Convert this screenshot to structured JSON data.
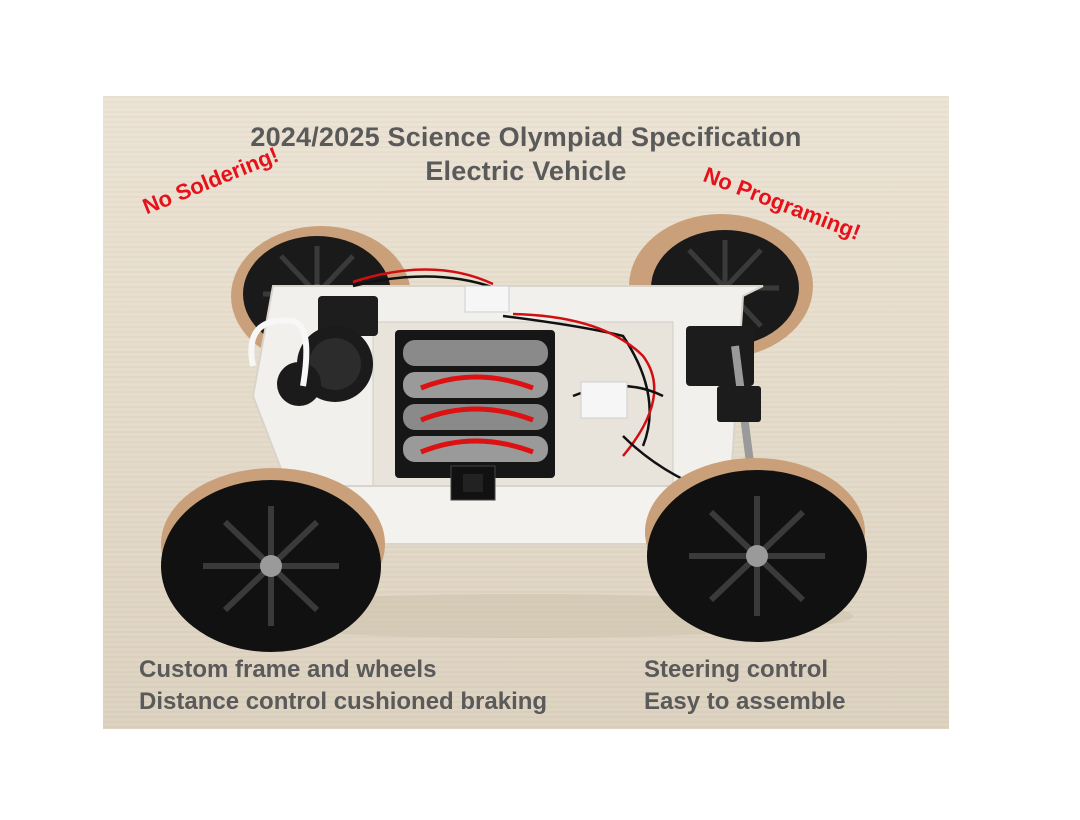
{
  "title": {
    "line1": "2024/2025 Science Olympiad Specification",
    "line2": "Electric Vehicle"
  },
  "callouts": {
    "left": "No Soldering!",
    "right": "No Programing!"
  },
  "features": {
    "left": [
      "Custom frame and wheels",
      "Distance control cushioned braking"
    ],
    "right": [
      "Steering control",
      "Easy to assemble"
    ]
  },
  "colors": {
    "heading_text": "#5a5a5a",
    "callout_text": "#e5121b",
    "background": "#ece3d4"
  }
}
